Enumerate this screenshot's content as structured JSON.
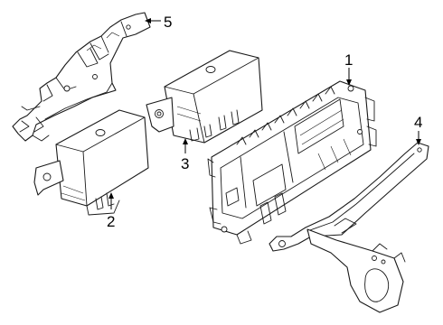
{
  "callouts": [
    {
      "id": "1",
      "label": "1"
    },
    {
      "id": "2",
      "label": "2"
    },
    {
      "id": "3",
      "label": "3"
    },
    {
      "id": "4",
      "label": "4"
    },
    {
      "id": "5",
      "label": "5"
    }
  ],
  "parts": [
    {
      "callout": "1",
      "kind": "control-module-with-bracket"
    },
    {
      "callout": "2",
      "kind": "control-module-lower"
    },
    {
      "callout": "3",
      "kind": "control-module-upper"
    },
    {
      "callout": "4",
      "kind": "mounting-bracket"
    },
    {
      "callout": "5",
      "kind": "mounting-bracket"
    }
  ]
}
